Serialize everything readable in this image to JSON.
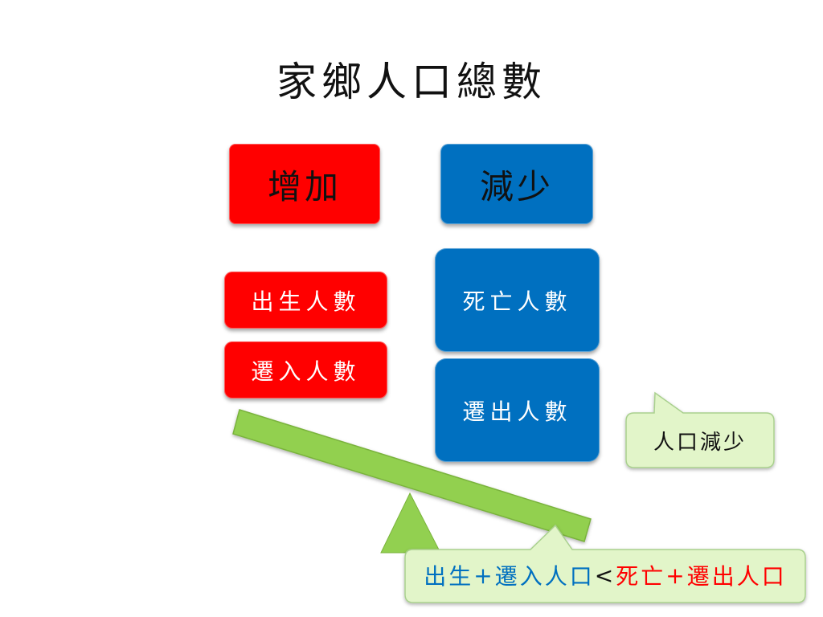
{
  "title": "家鄉人口總數",
  "increase": {
    "header": "增加",
    "items": [
      "出生人數",
      "遷入人數"
    ]
  },
  "decrease": {
    "header": "減少",
    "items": [
      "死亡人數",
      "遷出人數"
    ]
  },
  "callout": "人口減少",
  "formula": {
    "part1": "出生",
    "plus1": "+",
    "part2": "遷入人口",
    "lt": "<",
    "part3": "死亡",
    "plus2": "+",
    "part4": "遷出人口"
  },
  "colors": {
    "increase": "#ff0000",
    "decrease": "#0070c0",
    "lever": "#92d050",
    "callout_fill": "#e2f5c9"
  }
}
